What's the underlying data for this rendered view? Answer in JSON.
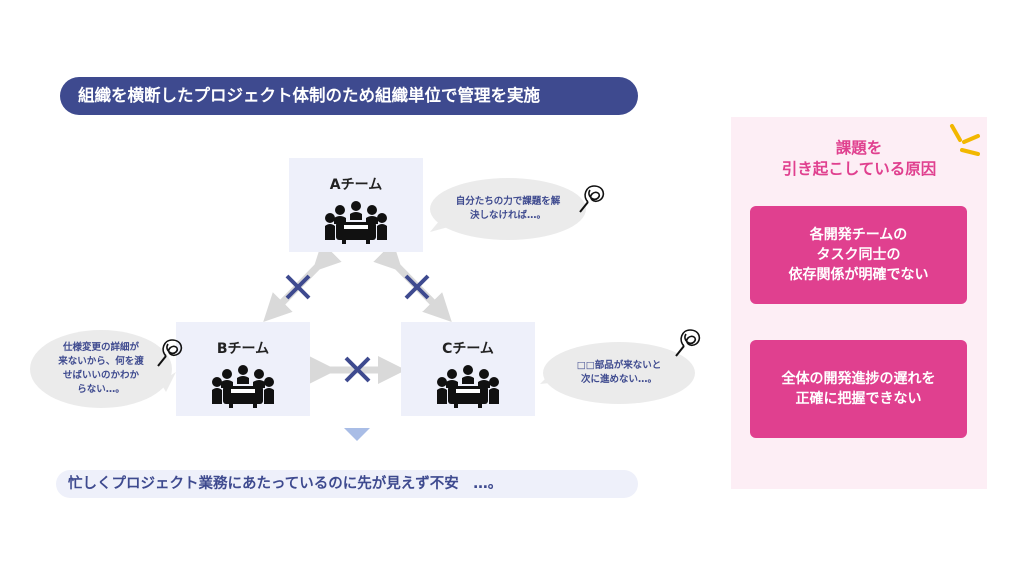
{
  "title": "組織を横断したプロジェクト体制のため組織単位で管理を実施",
  "teams": [
    {
      "label": "Aチーム"
    },
    {
      "label": "Bチーム"
    },
    {
      "label": "Cチーム"
    }
  ],
  "bubbles": {
    "a": "自分たちの力で課題を解\n決しなければ…。",
    "b": "仕様変更の詳細が\n来ないから、何を渡\nせばいいのかわか\nらない…。",
    "c": "□□部品が来ないと\n次に進めない…。"
  },
  "bottom_text": "忙しくプロジェクト業務にあたっているのに先が見えず不安　…。",
  "panel": {
    "title": "課題を\n引き起こしている原因",
    "causes": [
      "各開発チームの\nタスク同士の\n依存関係が明確でない",
      "全体の開発進捗の遅れを\n正確に把握できない"
    ]
  },
  "colors": {
    "navy": "#3e4a8f",
    "pink": "#e0408f",
    "team_bg": "#eef0fa",
    "panel_bg": "#fdeef5",
    "arrow": "#d9d9d9",
    "accent": "#f2b700"
  },
  "icons": [
    "meeting-team-icon",
    "tangled-thought-icon",
    "cross-mark-icon",
    "down-triangle-icon",
    "sparkle-lines-icon"
  ]
}
